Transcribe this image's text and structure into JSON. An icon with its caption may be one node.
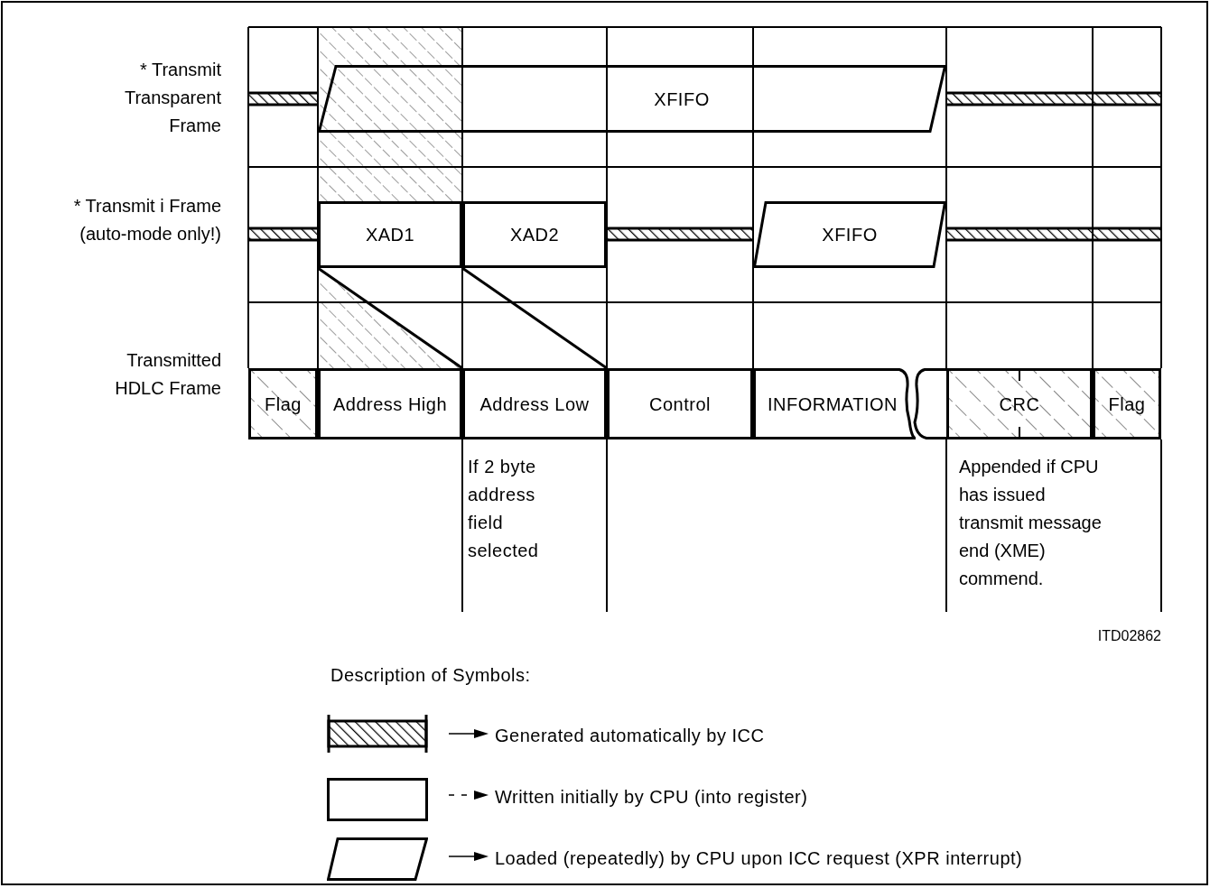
{
  "diagram": {
    "nodes": [
      {
        "text": [
          "XFIFO"
        ]
      },
      {
        "text": [
          "XAD1"
        ]
      },
      {
        "text": [
          "XAD2"
        ]
      },
      {
        "text": [
          "XFIFO"
        ]
      },
      {
        "text": [
          "Flag"
        ]
      },
      {
        "text": [
          "Address High"
        ]
      },
      {
        "text": [
          "Address Low"
        ]
      },
      {
        "text": [
          "Control"
        ]
      },
      {
        "text": [
          "INFORMATION"
        ]
      },
      {
        "text": [
          "CRC"
        ]
      },
      {
        "text": [
          "Flag"
        ]
      }
    ],
    "edges": [
      {
        "from": 1,
        "to": 5,
        "arrow": "none"
      },
      {
        "from": 2,
        "to": 6,
        "arrow": "none"
      }
    ],
    "labels": [
      "* Transmit Transparent Frame",
      "* Transmit i Frame (auto-mode only!)",
      "Transmitted HDLC Frame",
      "If 2 byte address field selected",
      "Appended if CPU has issued transmit message end (XME) commend.",
      "ITD02862",
      "Description of Symbols:"
    ],
    "legend": [
      {
        "text": "Generated automatically by ICC"
      },
      {
        "text": "Written initially by CPU (into register)"
      },
      {
        "text": "Loaded (repeatedly) by CPU upon ICC request (XPR interrupt)"
      }
    ]
  }
}
